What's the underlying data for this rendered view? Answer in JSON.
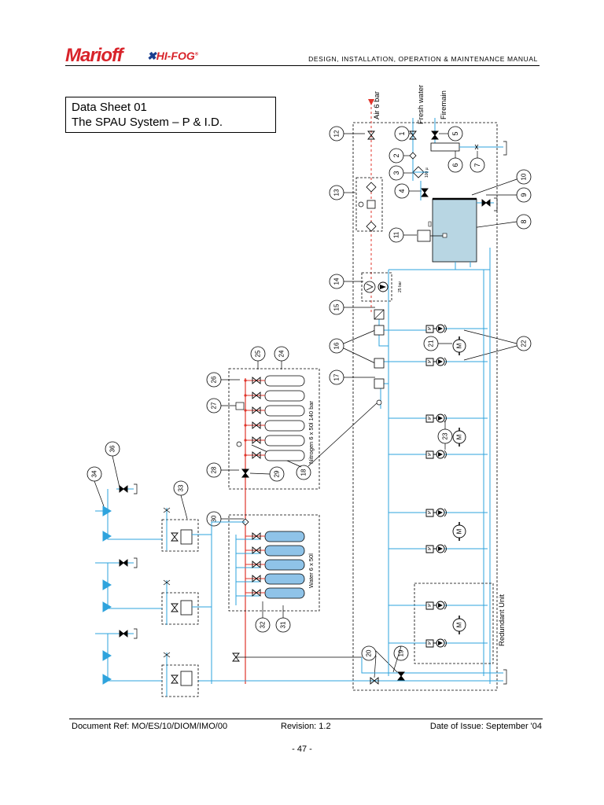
{
  "header": {
    "logo_left": "Marioff",
    "logo_right_mark": "✖",
    "logo_right": "HI-FOG",
    "logo_right_reg": "®",
    "manual_title": "DESIGN, INSTALLATION, OPERATION & MAINTENANCE MANUAL"
  },
  "title_box": {
    "line1": "Data Sheet 01",
    "line2": "The SPAU System – P & I.D."
  },
  "diagram": {
    "labels": {
      "air": "Air 6 bar",
      "fresh_water": "Fresh water",
      "firemain": "Firemain",
      "nitrogen": "Nitrogen 6 x 50l 140 bar",
      "water_bank": "Water 6 x 50l",
      "redundant_unit": "Redundant Unit",
      "pressure_25": "25 bar",
      "filter_100": "100 µ",
      "motor": "M"
    },
    "callouts": [
      "1",
      "2",
      "3",
      "4",
      "5",
      "6",
      "7",
      "8",
      "9",
      "10",
      "11",
      "12",
      "13",
      "14",
      "15",
      "16",
      "17",
      "18",
      "19",
      "20",
      "21",
      "22",
      "23",
      "24",
      "25",
      "26",
      "27",
      "28",
      "29",
      "30",
      "31",
      "32",
      "33",
      "34",
      "36"
    ],
    "colors": {
      "water_line": "#2ea3dd",
      "nitrogen_line": "#e0352b",
      "tank_fill": "#b8d6e3",
      "cylinder_fill": "#8fc3e8"
    }
  },
  "footer": {
    "doc_ref": "Document Ref: MO/ES/10/DIOM/IMO/00",
    "revision": "Revision: 1.2",
    "date": "Date of Issue: September '04",
    "page": "- 47 -"
  }
}
